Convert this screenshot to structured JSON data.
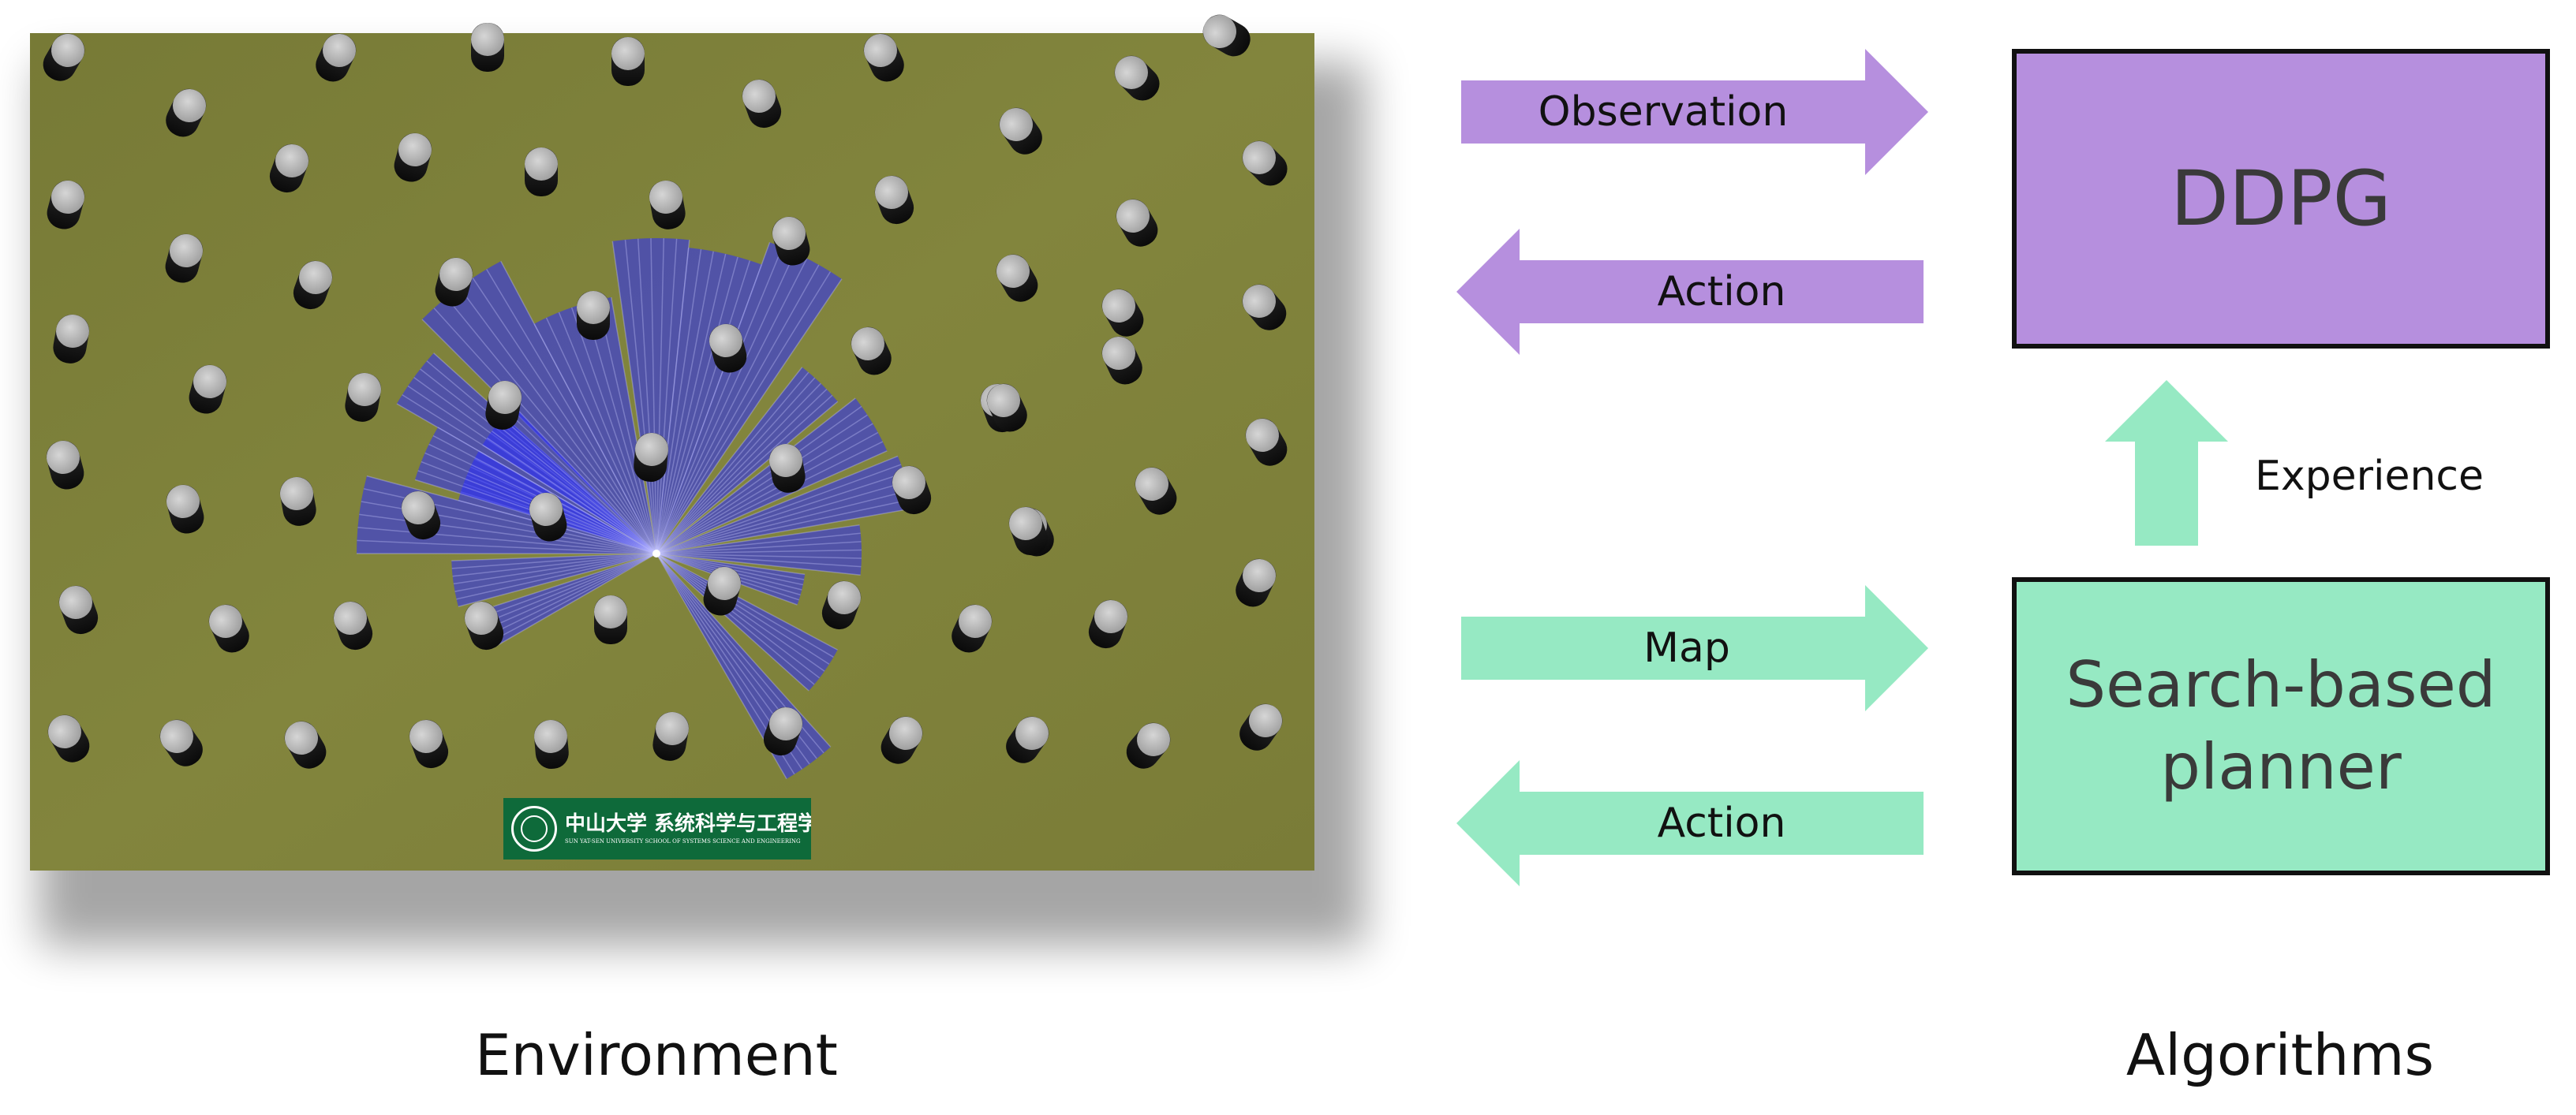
{
  "colors": {
    "purple": "#b68fde",
    "green": "#96e9c3",
    "ground": "#7d7f3a",
    "scan": "#2a2bff",
    "badge": "#0e6a3a"
  },
  "environment": {
    "label": "Environment",
    "badge_title": "中山大学 系统科学与工程学院",
    "badge_subtitle": "SUN YAT-SEN UNIVERSITY  SCHOOL OF SYSTEMS SCIENCE AND ENGINEERING"
  },
  "arrows": {
    "observation": "Observation",
    "action_top": "Action",
    "map": "Map",
    "action_bottom": "Action",
    "experience": "Experience"
  },
  "algorithms": {
    "label": "Algorithms",
    "ddpg": "DDPG",
    "planner_line1": "Search-based",
    "planner_line2": "planner"
  }
}
